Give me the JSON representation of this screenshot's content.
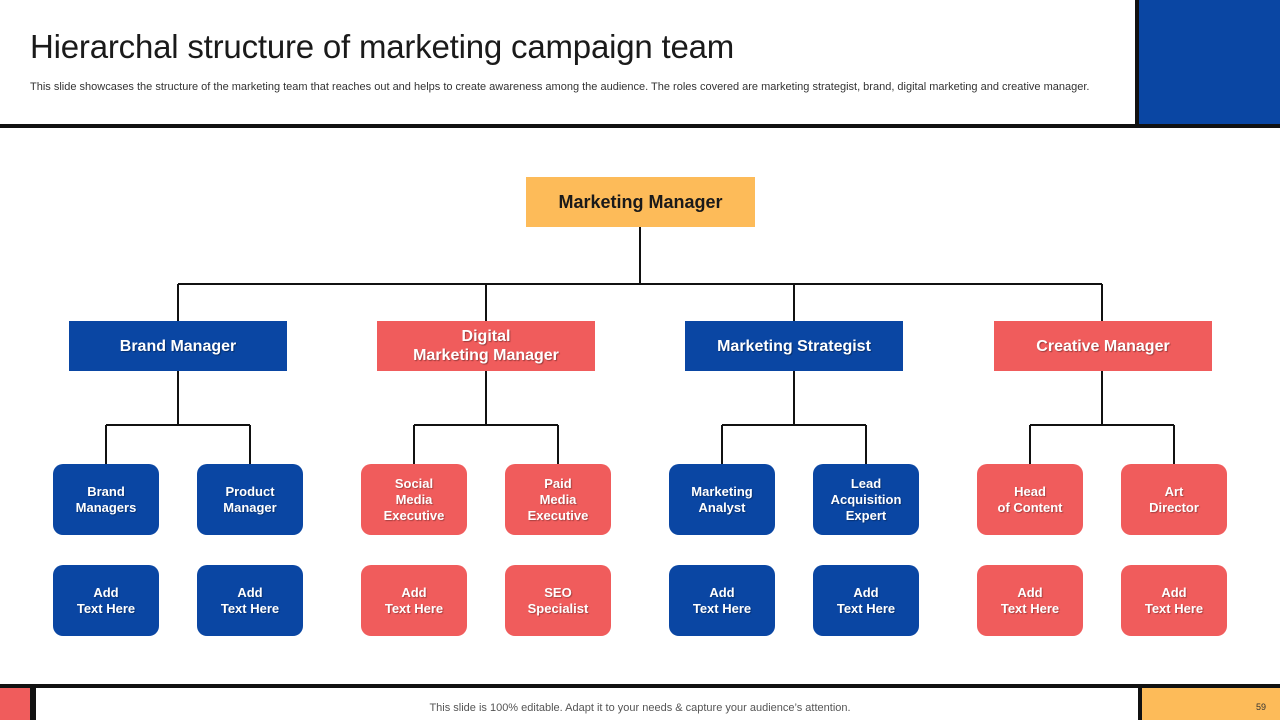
{
  "header": {
    "title": "Hierarchal structure of marketing campaign team",
    "subtitle": "This slide showcases the structure of the marketing team that reaches out and helps to create awareness among the audience. The roles covered are marketing strategist, brand, digital marketing and creative manager."
  },
  "org_chart": {
    "root": "Marketing Manager",
    "managers": [
      {
        "title": "Brand Manager",
        "reports": [
          "Brand\nManagers",
          "Product\nManager"
        ],
        "extras": [
          "Add\nText Here",
          "Add\nText Here"
        ]
      },
      {
        "title": "Digital\nMarketing Manager",
        "reports": [
          "Social\nMedia\nExecutive",
          "Paid\nMedia\nExecutive"
        ],
        "extras": [
          "Add\nText Here",
          "SEO\nSpecialist"
        ]
      },
      {
        "title": "Marketing Strategist",
        "reports": [
          "Marketing\nAnalyst",
          "Lead\nAcquisition\nExpert"
        ],
        "extras": [
          "Add\nText Here",
          "Add\nText Here"
        ]
      },
      {
        "title": "Creative Manager",
        "reports": [
          "Head\nof Content",
          "Art\nDirector"
        ],
        "extras": [
          "Add\nText Here",
          "Add\nText Here"
        ]
      }
    ]
  },
  "footer": {
    "note": "This slide is 100% editable. Adapt it to your needs & capture your audience’s attention.",
    "page_number": "59"
  },
  "colors": {
    "blue": "#0a46a3",
    "red": "#f05c5c",
    "orange": "#fdbb59",
    "line": "#111111"
  }
}
